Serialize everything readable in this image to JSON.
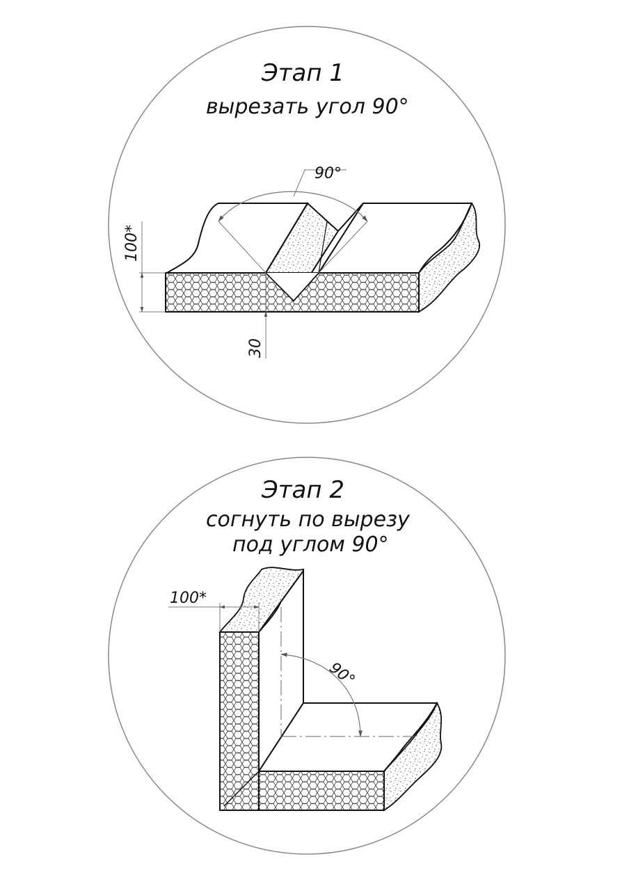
{
  "stage1": {
    "title": "Этап 1",
    "subtitle": "вырезать угол 90°",
    "angle_label": "90°",
    "thickness_label": "100*",
    "depth_label": "30"
  },
  "stage2": {
    "title": "Этап 2",
    "subtitle_line1": "согнуть по вырезу",
    "subtitle_line2": "под углом 90°",
    "thickness_label": "100*",
    "angle_label": "90°"
  },
  "colors": {
    "line": "#111111",
    "dim_line": "#777777",
    "hatch": "#333333",
    "background": "#ffffff"
  }
}
